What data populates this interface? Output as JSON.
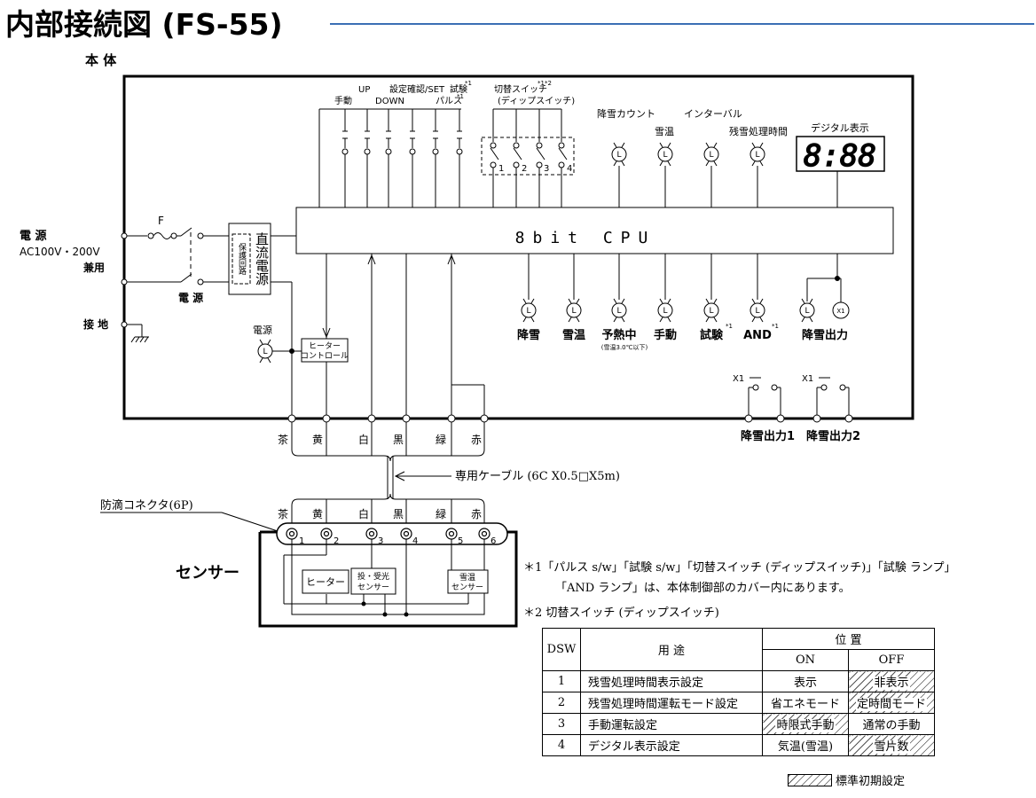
{
  "title": "内部接続図 (FS-55)",
  "body_label": "本 体",
  "power": {
    "label": "電 源",
    "voltage": "AC100V・200V",
    "dual": "兼用",
    "fuse": "F",
    "switch_label": "電 源"
  },
  "ground_label": "接 地",
  "protect_circuit": "保護回路",
  "dc_power": "直流電源",
  "cpu_label": "8bit CPU",
  "top_labels": {
    "manual": "手動",
    "up": "UP",
    "down": "DOWN",
    "set": "設定確認/SET",
    "pulse": "パルス",
    "test": "試験",
    "dip_switch": "切替スイッチ",
    "dip_switch_sub": "(ディップスイッチ)",
    "star1": "*1",
    "star12": "*1*2"
  },
  "dip_numbers": [
    "1",
    "2",
    "3",
    "4"
  ],
  "top_lamps": [
    "降雪カウント",
    "雪温",
    "インターバル",
    "残雪処理時間"
  ],
  "digital_label": "デジタル表示",
  "digital_display": "8:88",
  "bottom_lamps": [
    "降雪",
    "雪温",
    "予熱中",
    "手動",
    "試験",
    "AND"
  ],
  "preheat_note": "(雪温3.0℃以下)",
  "lamp_letter": "L",
  "relay_mark": "X1",
  "snow_output": "降雪出力",
  "power_lamp": "電源",
  "heater_control": [
    "ヒーター",
    "コントロール"
  ],
  "relay_outputs": [
    "X1",
    "X1"
  ],
  "outputs": [
    "降雪出力1",
    "降雪出力2"
  ],
  "wire_colors": [
    "茶",
    "黄",
    "白",
    "黒",
    "緑",
    "赤"
  ],
  "cable_label": "専用ケーブル (6C X0.5□X5m)",
  "connector_label": "防滴コネクタ(6P)",
  "connector_pins": [
    "1",
    "2",
    "3",
    "4",
    "5",
    "6"
  ],
  "sensor_label": "センサー",
  "sensor_heater": "ヒーター",
  "sensor_light": [
    "投・受光",
    "センサー"
  ],
  "sensor_temp": [
    "雪温",
    "センサー"
  ],
  "notes": [
    "＊1「パルス s/w」「試験 s/w」「切替スイッチ (ディップスイッチ)」「試験 ランプ」",
    "「AND ランプ」は、本体制御部のカバー内にあります。",
    "＊2  切替スイッチ (ディップスイッチ)"
  ],
  "dsw_table": {
    "header_dsw": "DSW",
    "header_use": "用 途",
    "header_pos": "位 置",
    "header_on": "ON",
    "header_off": "OFF",
    "rows": [
      {
        "n": "1",
        "use": "残雪処理時間表示設定",
        "on": "表示",
        "off": "非表示",
        "default": "off"
      },
      {
        "n": "2",
        "use": "残雪処理時間運転モード設定",
        "on": "省エネモード",
        "off": "定時間モード",
        "default": "off"
      },
      {
        "n": "3",
        "use": "手動運転設定",
        "on": "時限式手動",
        "off": "通常の手動",
        "default": "on"
      },
      {
        "n": "4",
        "use": "デジタル表示設定",
        "on": "気温(雪温)",
        "off": "雪片数",
        "default": "off"
      }
    ]
  },
  "legend_label": "標準初期設定"
}
